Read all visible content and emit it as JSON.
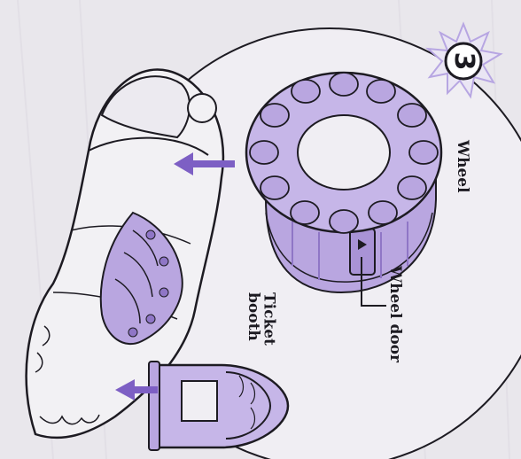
{
  "step": {
    "number": "3"
  },
  "labels": {
    "wheel": "Wheel",
    "wheel_door": "Wheel door",
    "ticket_booth": "Ticket\nbooth"
  },
  "colors": {
    "background": "#e9e7ec",
    "circle_fill": "#f0eef3",
    "outline": "#1d1b22",
    "part_purple": "#b9a6e0",
    "part_purple_dark": "#8f76c6",
    "arrow_purple": "#7d5fc4",
    "base_fill": "#f2f1f4"
  },
  "icons": [
    "starburst-badge-icon",
    "arrow-right-icon",
    "arrow-left-icon"
  ]
}
